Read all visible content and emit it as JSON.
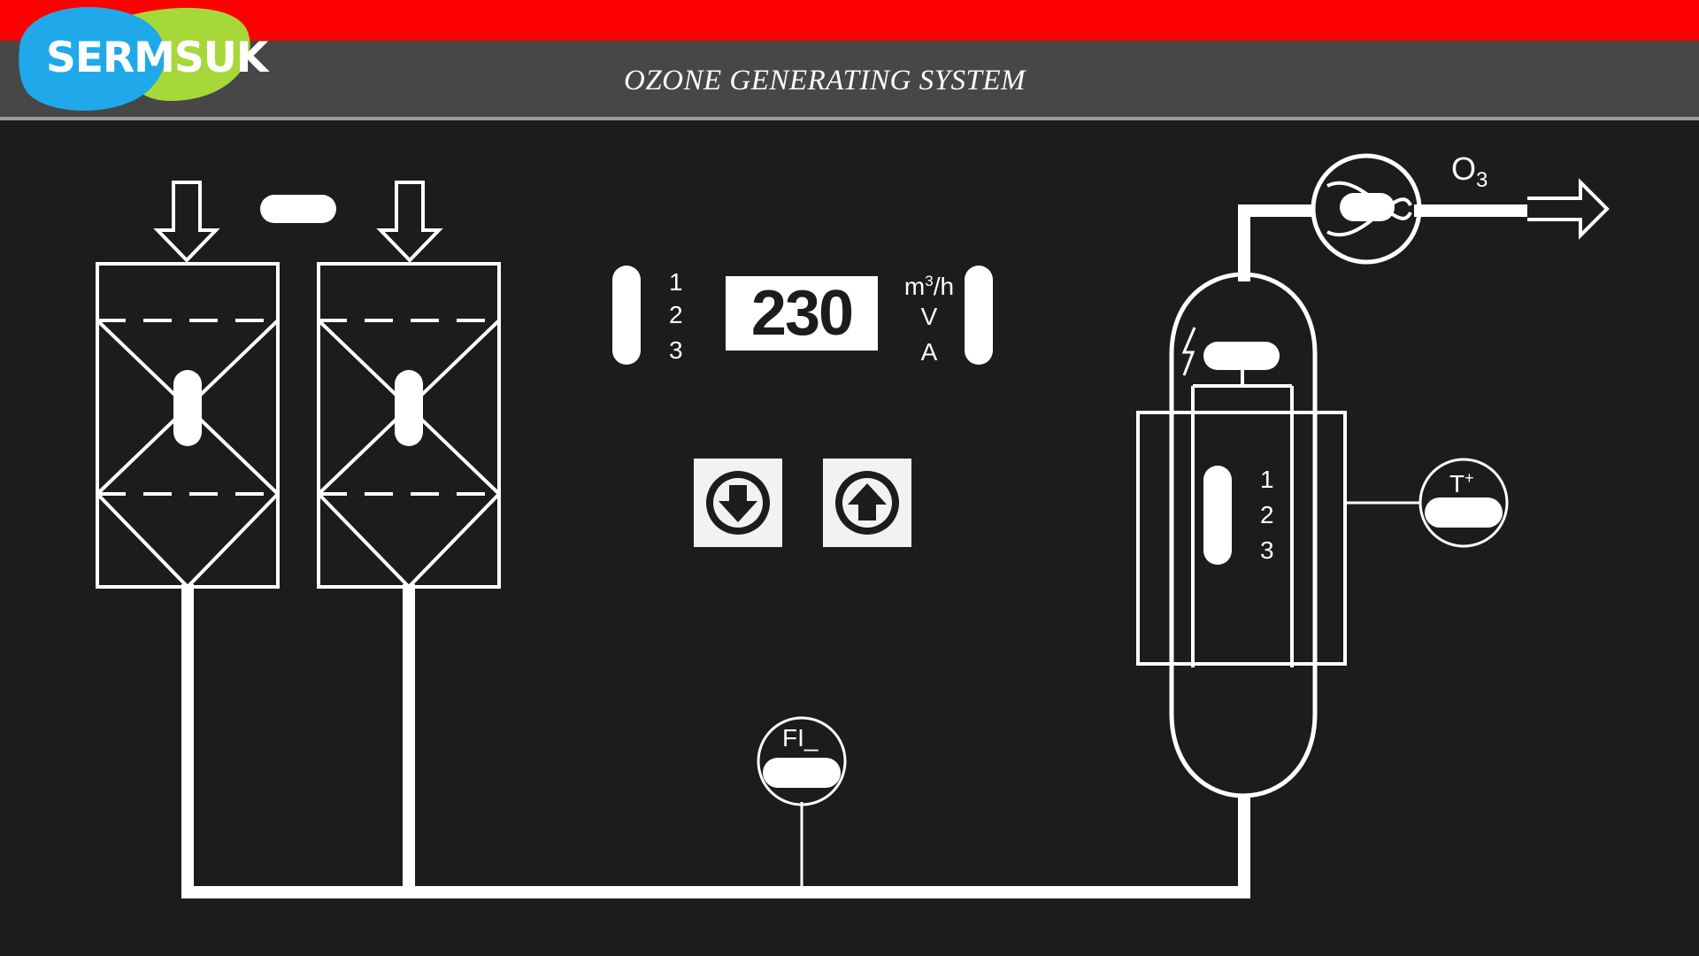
{
  "header": {
    "brand": "SERMSUK",
    "title": "OZONE GENERATING SYSTEM"
  },
  "panel": {
    "display_value": "230",
    "channel_numbers": [
      "1",
      "2",
      "3"
    ],
    "units": {
      "flow": "m",
      "flow_sup": "3",
      "flow_suffix": "/h",
      "volt": "V",
      "amp": "A"
    },
    "down_button": "arrow-down-icon",
    "up_button": "arrow-up-icon"
  },
  "generator": {
    "stage_numbers": [
      "1",
      "2",
      "3"
    ]
  },
  "instruments": {
    "flow_indicator": "FI",
    "flow_indicator_suffix": "_",
    "temperature": "T",
    "temperature_sup": "+"
  },
  "outlet": {
    "label": "O",
    "label_sub": "3"
  },
  "colors": {
    "background": "#1c1c1c",
    "header_bar": "#474747",
    "top_stripe": "#ff0000",
    "logo_blue": "#1fa9ea",
    "logo_green": "#a6d83a",
    "line": "#ffffff"
  }
}
